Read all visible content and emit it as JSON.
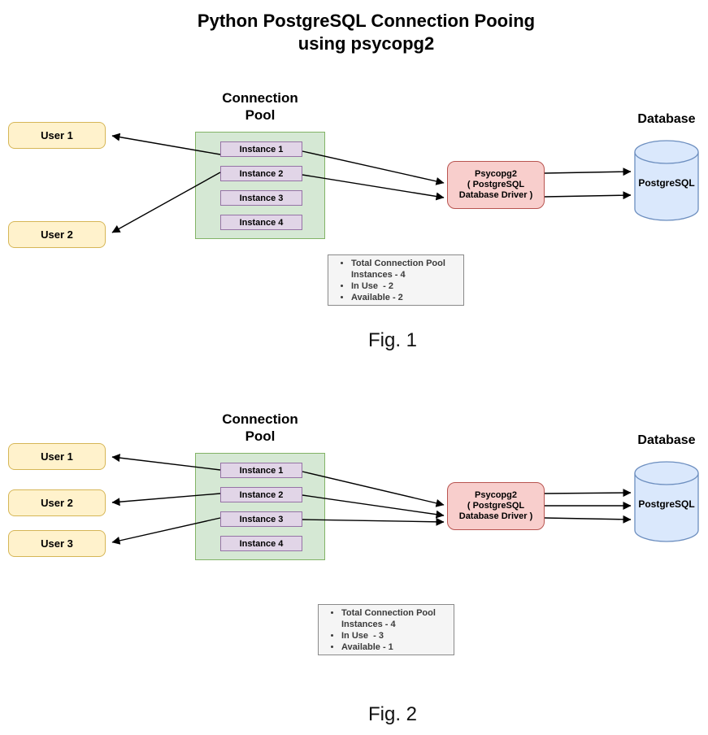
{
  "title": {
    "line1": "Python PostgreSQL Connection Pooing",
    "line2": "using psycopg2"
  },
  "colors": {
    "user_fill": "#fff2cc",
    "user_border": "#d6b656",
    "pool_fill": "#d5e8d4",
    "pool_border": "#82b366",
    "instance_fill": "#e1d5e7",
    "instance_border": "#9673a6",
    "driver_fill": "#f8cecc",
    "driver_border": "#b85450",
    "db_fill": "#dae8fc",
    "db_border": "#6c8ebf",
    "note_fill": "#f5f5f5",
    "note_border": "#8a8a8a",
    "note_text": "#3b3b3b",
    "arrow": "#000000"
  },
  "fig1": {
    "pool_label_line1": "Connection",
    "pool_label_line2": "Pool",
    "users": [
      {
        "label": "User 1"
      },
      {
        "label": "User 2"
      }
    ],
    "instances": [
      {
        "label": "Instance 1"
      },
      {
        "label": "Instance 2"
      },
      {
        "label": "Instance 3"
      },
      {
        "label": "Instance 4"
      }
    ],
    "driver": {
      "line1": "Psycopg2",
      "line2": "( PostgreSQL",
      "line3": "Database Driver )"
    },
    "database_label": "Database",
    "db_name": "PostgreSQL",
    "note": {
      "items": [
        "Total Connection Pool Instances - 4",
        "In Use  - 2",
        "Available - 2"
      ]
    },
    "caption": "Fig. 1"
  },
  "fig2": {
    "pool_label_line1": "Connection",
    "pool_label_line2": "Pool",
    "users": [
      {
        "label": "User 1"
      },
      {
        "label": "User 2"
      },
      {
        "label": "User 3"
      }
    ],
    "instances": [
      {
        "label": "Instance 1"
      },
      {
        "label": "Instance 2"
      },
      {
        "label": "Instance 3"
      },
      {
        "label": "Instance 4"
      }
    ],
    "driver": {
      "line1": "Psycopg2",
      "line2": "( PostgreSQL",
      "line3": "Database Driver )"
    },
    "database_label": "Database",
    "db_name": "PostgreSQL",
    "note": {
      "items": [
        "Total Connection Pool Instances - 4",
        "In Use  - 3",
        "Available - 1"
      ]
    },
    "caption": "Fig. 2"
  }
}
